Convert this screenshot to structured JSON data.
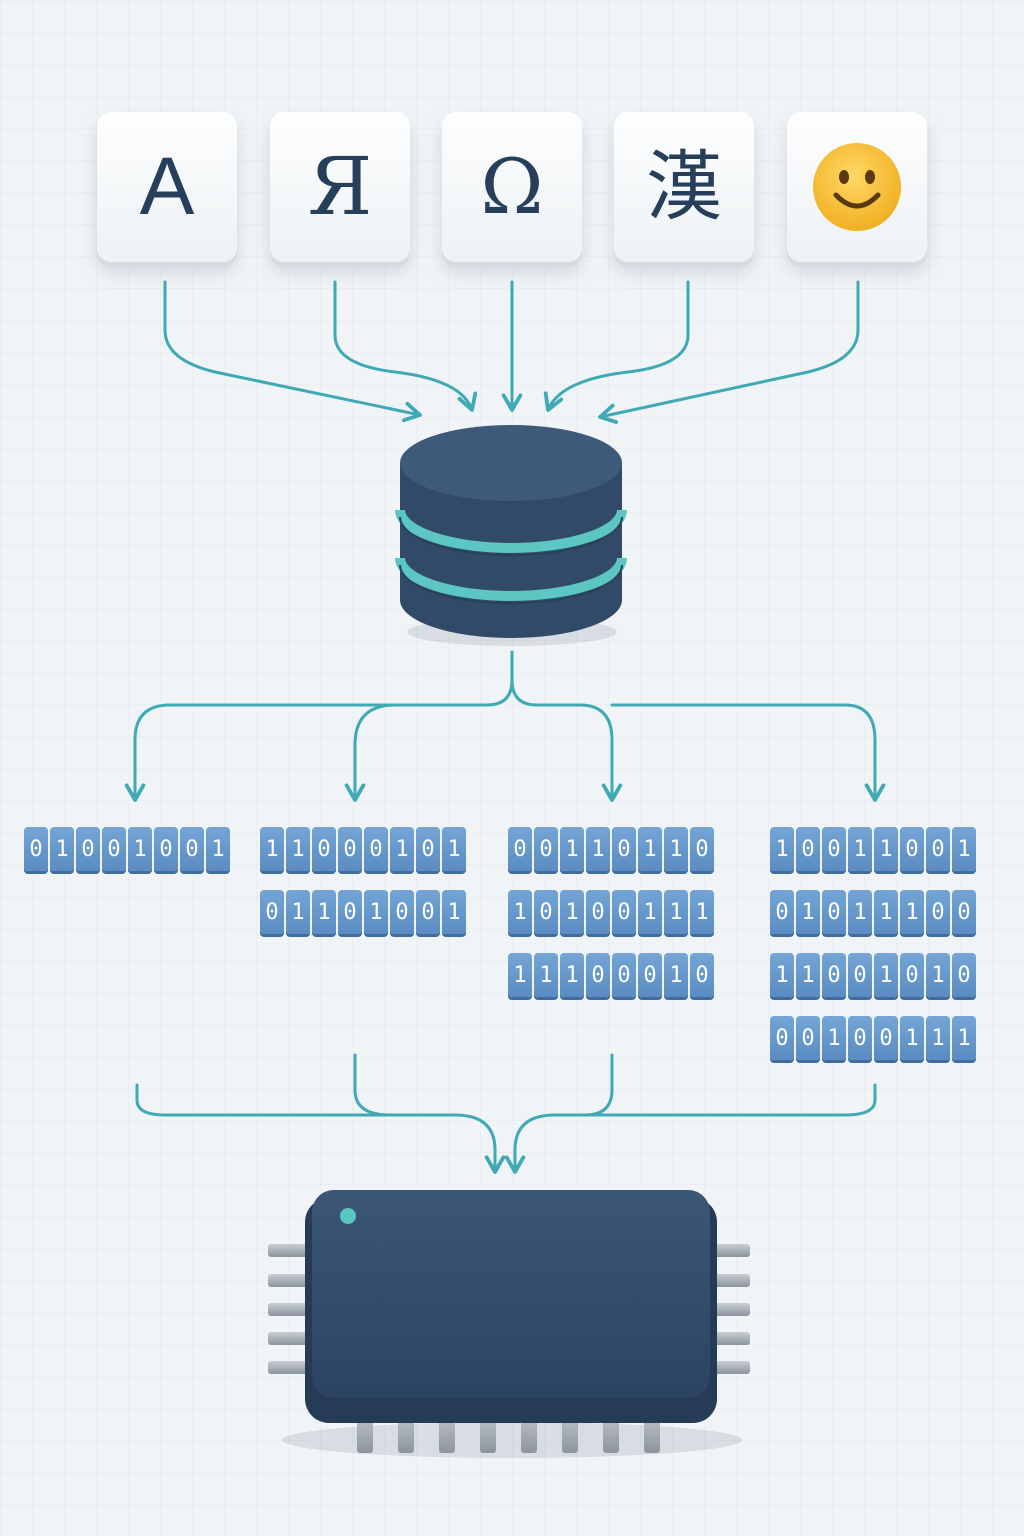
{
  "colors": {
    "background": "#f1f4f7",
    "connector": "#3fa9b5",
    "dark_navy": "#334c69",
    "ring": "#5cc6c2",
    "bit_fill": "#6a9ccf",
    "tile_text": "#26405c"
  },
  "characters": [
    {
      "name": "tile-latin-a",
      "glyph": "A"
    },
    {
      "name": "tile-cyrillic-ya",
      "glyph": "Я"
    },
    {
      "name": "tile-greek-omega",
      "glyph": "Ω"
    },
    {
      "name": "tile-han",
      "glyph": "漢"
    },
    {
      "name": "tile-emoji",
      "glyph": "",
      "icon": "smiley-face-icon"
    }
  ],
  "encodings": [
    {
      "bytes": [
        "01001001"
      ]
    },
    {
      "bytes": [
        "11000101",
        "01101001"
      ]
    },
    {
      "bytes": [
        "00110110",
        "10100111",
        "11100010"
      ]
    },
    {
      "bytes": [
        "10011001",
        "01011100",
        "11001010",
        "00100111"
      ]
    }
  ],
  "icons": {
    "database": "database-icon",
    "chip": "microchip-icon"
  }
}
